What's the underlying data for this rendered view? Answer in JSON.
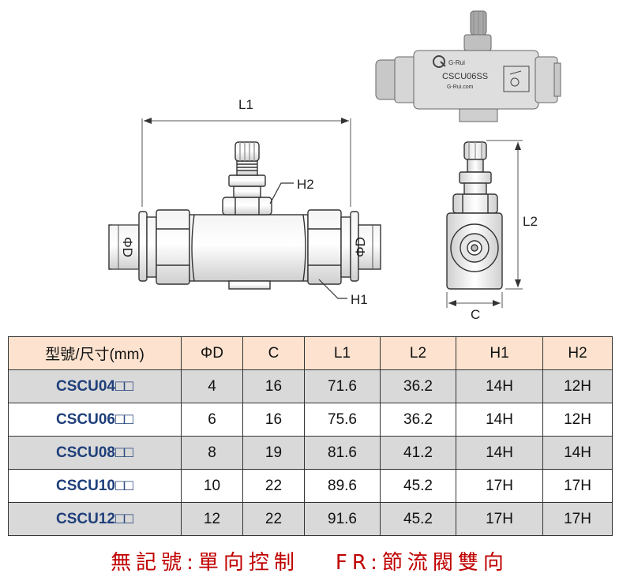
{
  "drawing": {
    "labels": {
      "l1": "L1",
      "l2": "L2",
      "h1": "H1",
      "h2": "H2",
      "c": "C",
      "phi_d_left": "ΦD",
      "phi_d_right": "ΦD"
    },
    "photo": {
      "brand": "G-Rui",
      "model": "CSCU06SS",
      "site": "G-Rui.com"
    }
  },
  "table": {
    "headers": [
      "型號/尺寸(mm)",
      "ΦD",
      "C",
      "L1",
      "L2",
      "H1",
      "H2"
    ],
    "rows": [
      [
        "CSCU04□□",
        "4",
        "16",
        "71.6",
        "36.2",
        "14H",
        "12H"
      ],
      [
        "CSCU06□□",
        "6",
        "16",
        "75.6",
        "36.2",
        "14H",
        "12H"
      ],
      [
        "CSCU08□□",
        "8",
        "19",
        "81.6",
        "41.2",
        "14H",
        "14H"
      ],
      [
        "CSCU10□□",
        "10",
        "22",
        "89.6",
        "45.2",
        "17H",
        "17H"
      ],
      [
        "CSCU12□□",
        "12",
        "22",
        "91.6",
        "45.2",
        "17H",
        "17H"
      ]
    ]
  },
  "footer": {
    "left": "無記號:單向控制",
    "right": "FR:節流閥雙向"
  },
  "colors": {
    "header_bg": "#fde3cf",
    "row_grey": "#d9d9d9",
    "model_text": "#1f3f7a",
    "footer_text": "#c00000"
  }
}
